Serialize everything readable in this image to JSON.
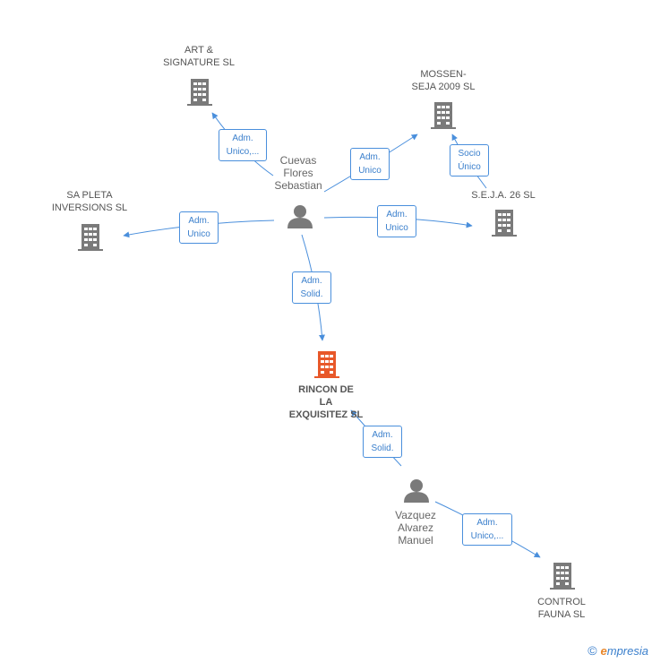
{
  "nodes": {
    "rincon": {
      "label": "RINCON DE\nLA\nEXQUISITEZ SL",
      "color": "#e8582a"
    },
    "art": {
      "label": "ART &\nSIGNATURE SL"
    },
    "mossen": {
      "label": "MOSSEN-\nSEJA 2009 SL"
    },
    "sapleta": {
      "label": "SA PLETA\nINVERSIONS SL"
    },
    "seja": {
      "label": "S.E.J.A. 26 SL"
    },
    "control": {
      "label": "CONTROL\nFAUNA SL"
    },
    "cuevas": {
      "label": "Cuevas\nFlores\nSebastian"
    },
    "vazquez": {
      "label": "Vazquez\nAlvarez\nManuel"
    }
  },
  "edges": {
    "cuevas_art": "Adm.\nUnico,...",
    "cuevas_mossen": "Adm.\nUnico",
    "seja_mossen": "Socio\nÚnico",
    "cuevas_sapleta": "Adm.\nUnico",
    "cuevas_seja": "Adm.\nUnico",
    "cuevas_rincon": "Adm.\nSolid.",
    "vazquez_rincon": "Adm.\nSolid.",
    "vazquez_control": "Adm.\nUnico,..."
  },
  "colors": {
    "company": "#7a7a7a",
    "focus_company": "#e8582a",
    "person": "#7a7a7a",
    "edge": "#4a8fdc"
  },
  "icons": {
    "company": "building-icon",
    "person": "person-icon"
  },
  "footer": {
    "copyright": "©",
    "brand_initial": "e",
    "brand_rest": "mpresia"
  }
}
